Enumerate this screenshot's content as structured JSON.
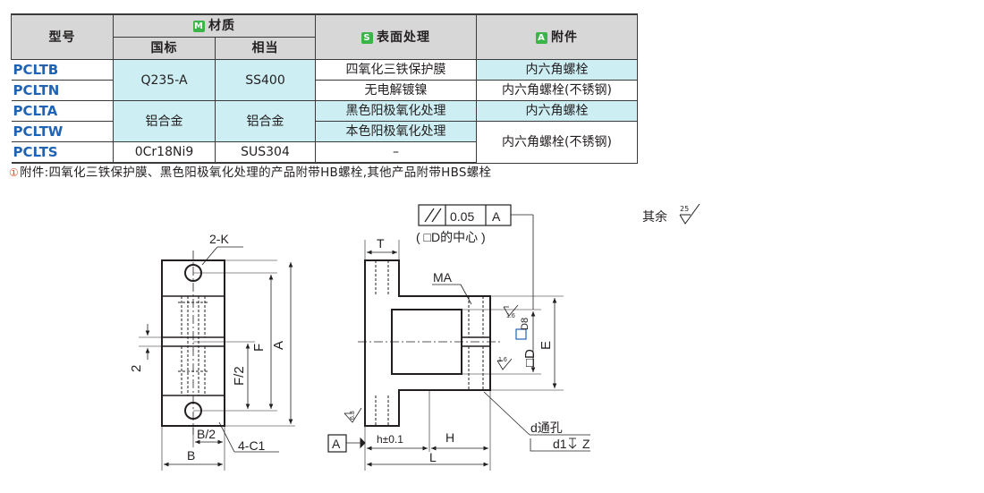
{
  "table": {
    "headers": {
      "model": "型号",
      "material_badge": "M",
      "material": "材质",
      "material_gb": "国标",
      "material_eq": "相当",
      "surface_badge": "S",
      "surface": "表面处理",
      "accessory_badge": "A",
      "accessory": "附件"
    },
    "rows": [
      {
        "model": "PCLTB",
        "surface": "四氧化三铁保护膜",
        "accessory": "内六角螺栓"
      },
      {
        "model": "PCLTN",
        "surface": "无电解镀镍",
        "accessory": "内六角螺栓(不锈钢)"
      },
      {
        "model": "PCLTA",
        "surface": "黑色阳极氧化处理",
        "accessory": "内六角螺栓"
      },
      {
        "model": "PCLTW",
        "surface": "本色阳极氧化处理",
        "accessory": "内六角螺栓(不锈钢)"
      },
      {
        "model": "PCLTS",
        "surface": "–"
      }
    ],
    "materials": [
      {
        "gb": "Q235-A",
        "eq": "SS400"
      },
      {
        "gb": "铝合金",
        "eq": "铝合金"
      },
      {
        "gb": "0Cr18Ni9",
        "eq": "SUS304"
      }
    ]
  },
  "note": {
    "mark": "①",
    "text": "附件:四氧化三铁保护膜、黑色阳极氧化处理的产品附带HB螺栓,其他产品附带HBS螺栓"
  },
  "roughness_rest": {
    "label": "其余",
    "value": "25"
  },
  "drawing": {
    "left_view": {
      "holes": "2-K",
      "chamfer": "4-C1",
      "dims": [
        "F",
        "A",
        "F/2",
        "2",
        "B/2",
        "B"
      ]
    },
    "right_view": {
      "tolerance_symbol": "//",
      "tolerance_value": "0.05",
      "tolerance_datum": "A",
      "tolerance_note": "( □D的中心 )",
      "dims": [
        "T",
        "MA",
        "E",
        "h±0.1",
        "H",
        "L"
      ],
      "bore": "□D",
      "bore_fit": "D8",
      "roughness": [
        "1.6",
        "1.6",
        "6.3"
      ],
      "datum": "A",
      "hole_label": "d通孔",
      "hole_cb": "d1",
      "hole_depth": "Z"
    }
  }
}
